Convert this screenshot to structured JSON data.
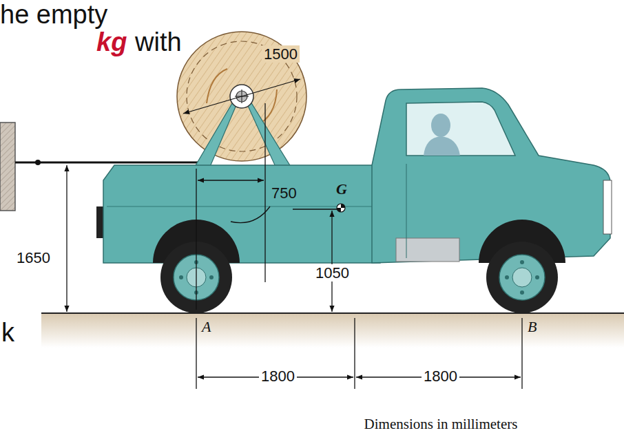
{
  "diagram": {
    "caption": "Dimensions in millimeters",
    "labels": [
      "he empty",
      "kg",
      "with",
      "1500",
      "750",
      "G",
      "1650",
      "1050",
      "k",
      "A",
      "B",
      "1800",
      "1800"
    ]
  }
}
